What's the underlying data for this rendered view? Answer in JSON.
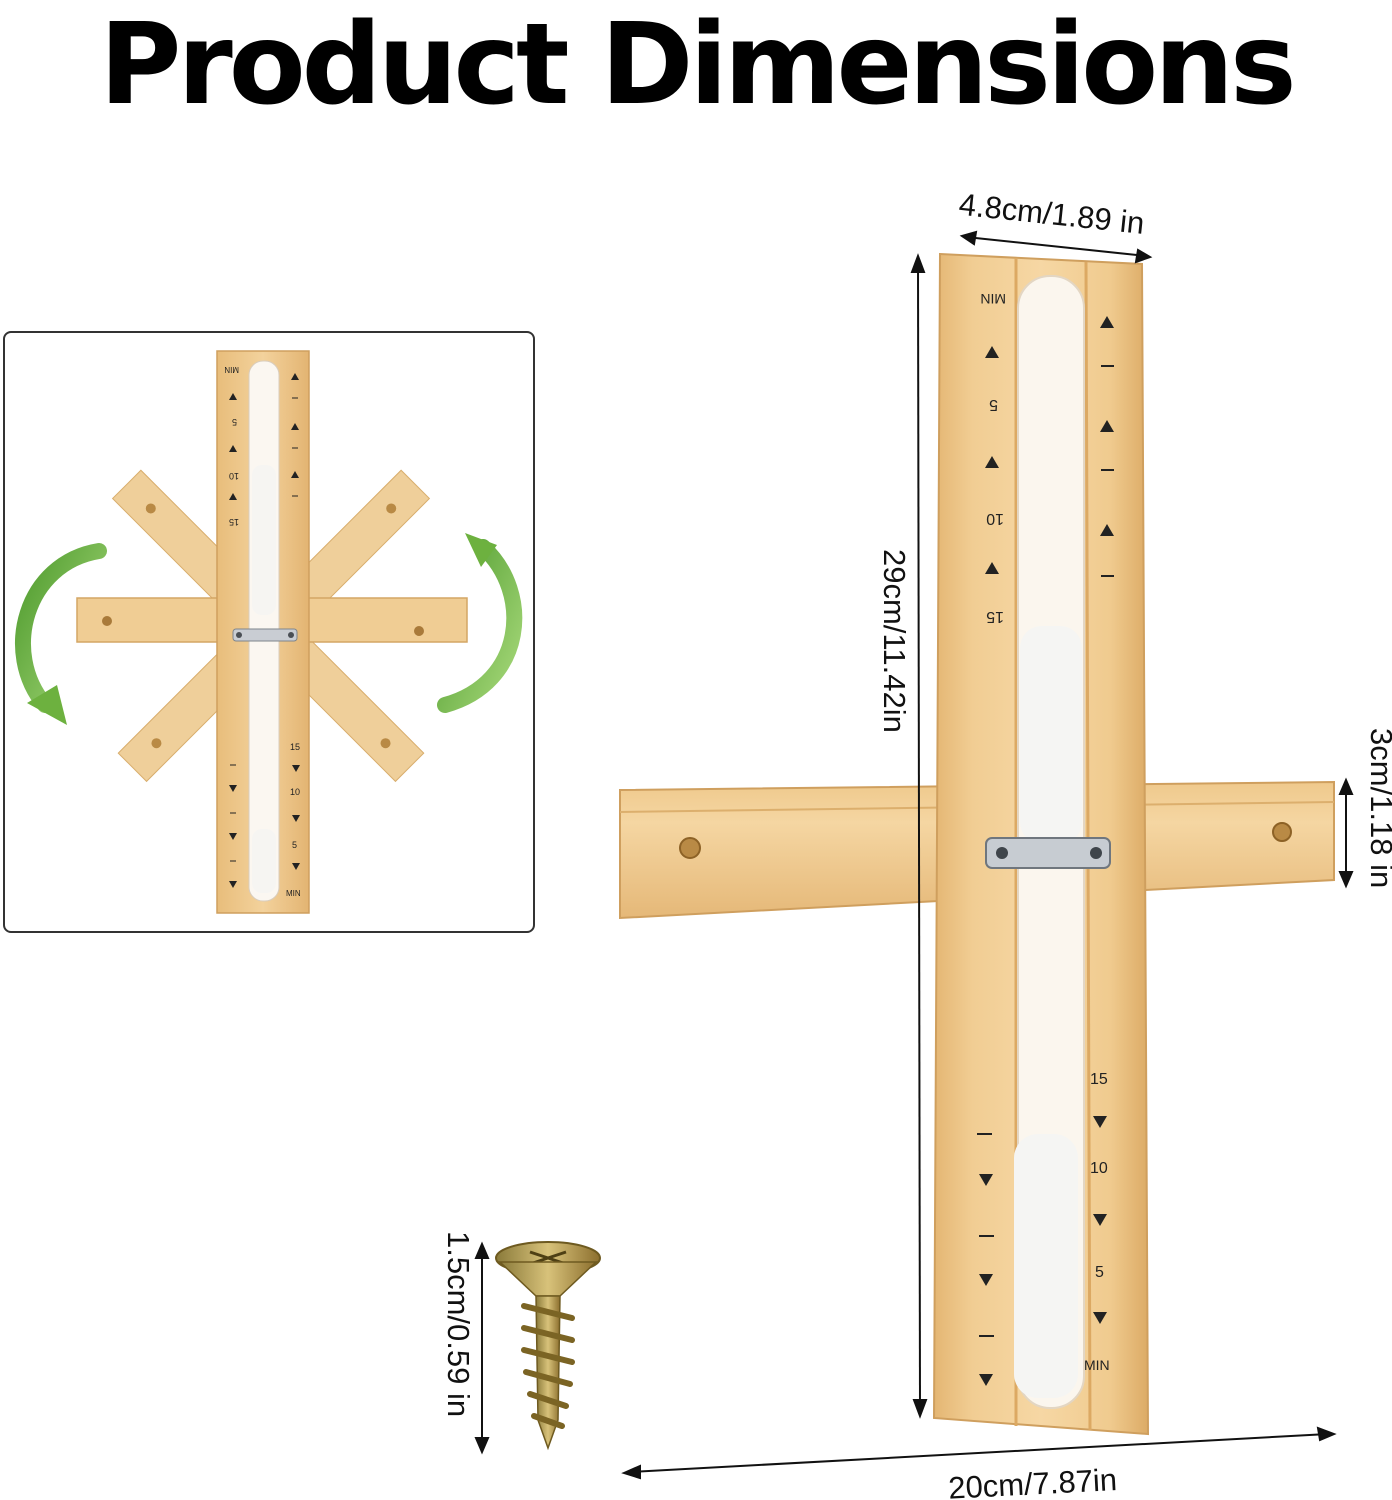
{
  "title": "Product Dimensions",
  "dimensions": {
    "top_width": "4.8cm/1.89 in",
    "height": "29cm/11.42in",
    "bar_thickness": "3cm/1.18 in",
    "total_width": "20cm/7.87in",
    "screw_length": "1.5cm/0.59 in"
  },
  "timer_markings": {
    "unit": "MIN",
    "minutes": [
      "5",
      "10",
      "15"
    ]
  },
  "colors": {
    "wood": "#eec98f",
    "wood_dark": "#d9a963",
    "sand": "#f5f5f3",
    "glass": "#fbf7f1",
    "arrow_green": "#7cc24a",
    "screw": "#c7a64f"
  },
  "icons": {
    "rotation_arrows": "curved-green-arrow-icon",
    "screw": "screw-icon"
  }
}
